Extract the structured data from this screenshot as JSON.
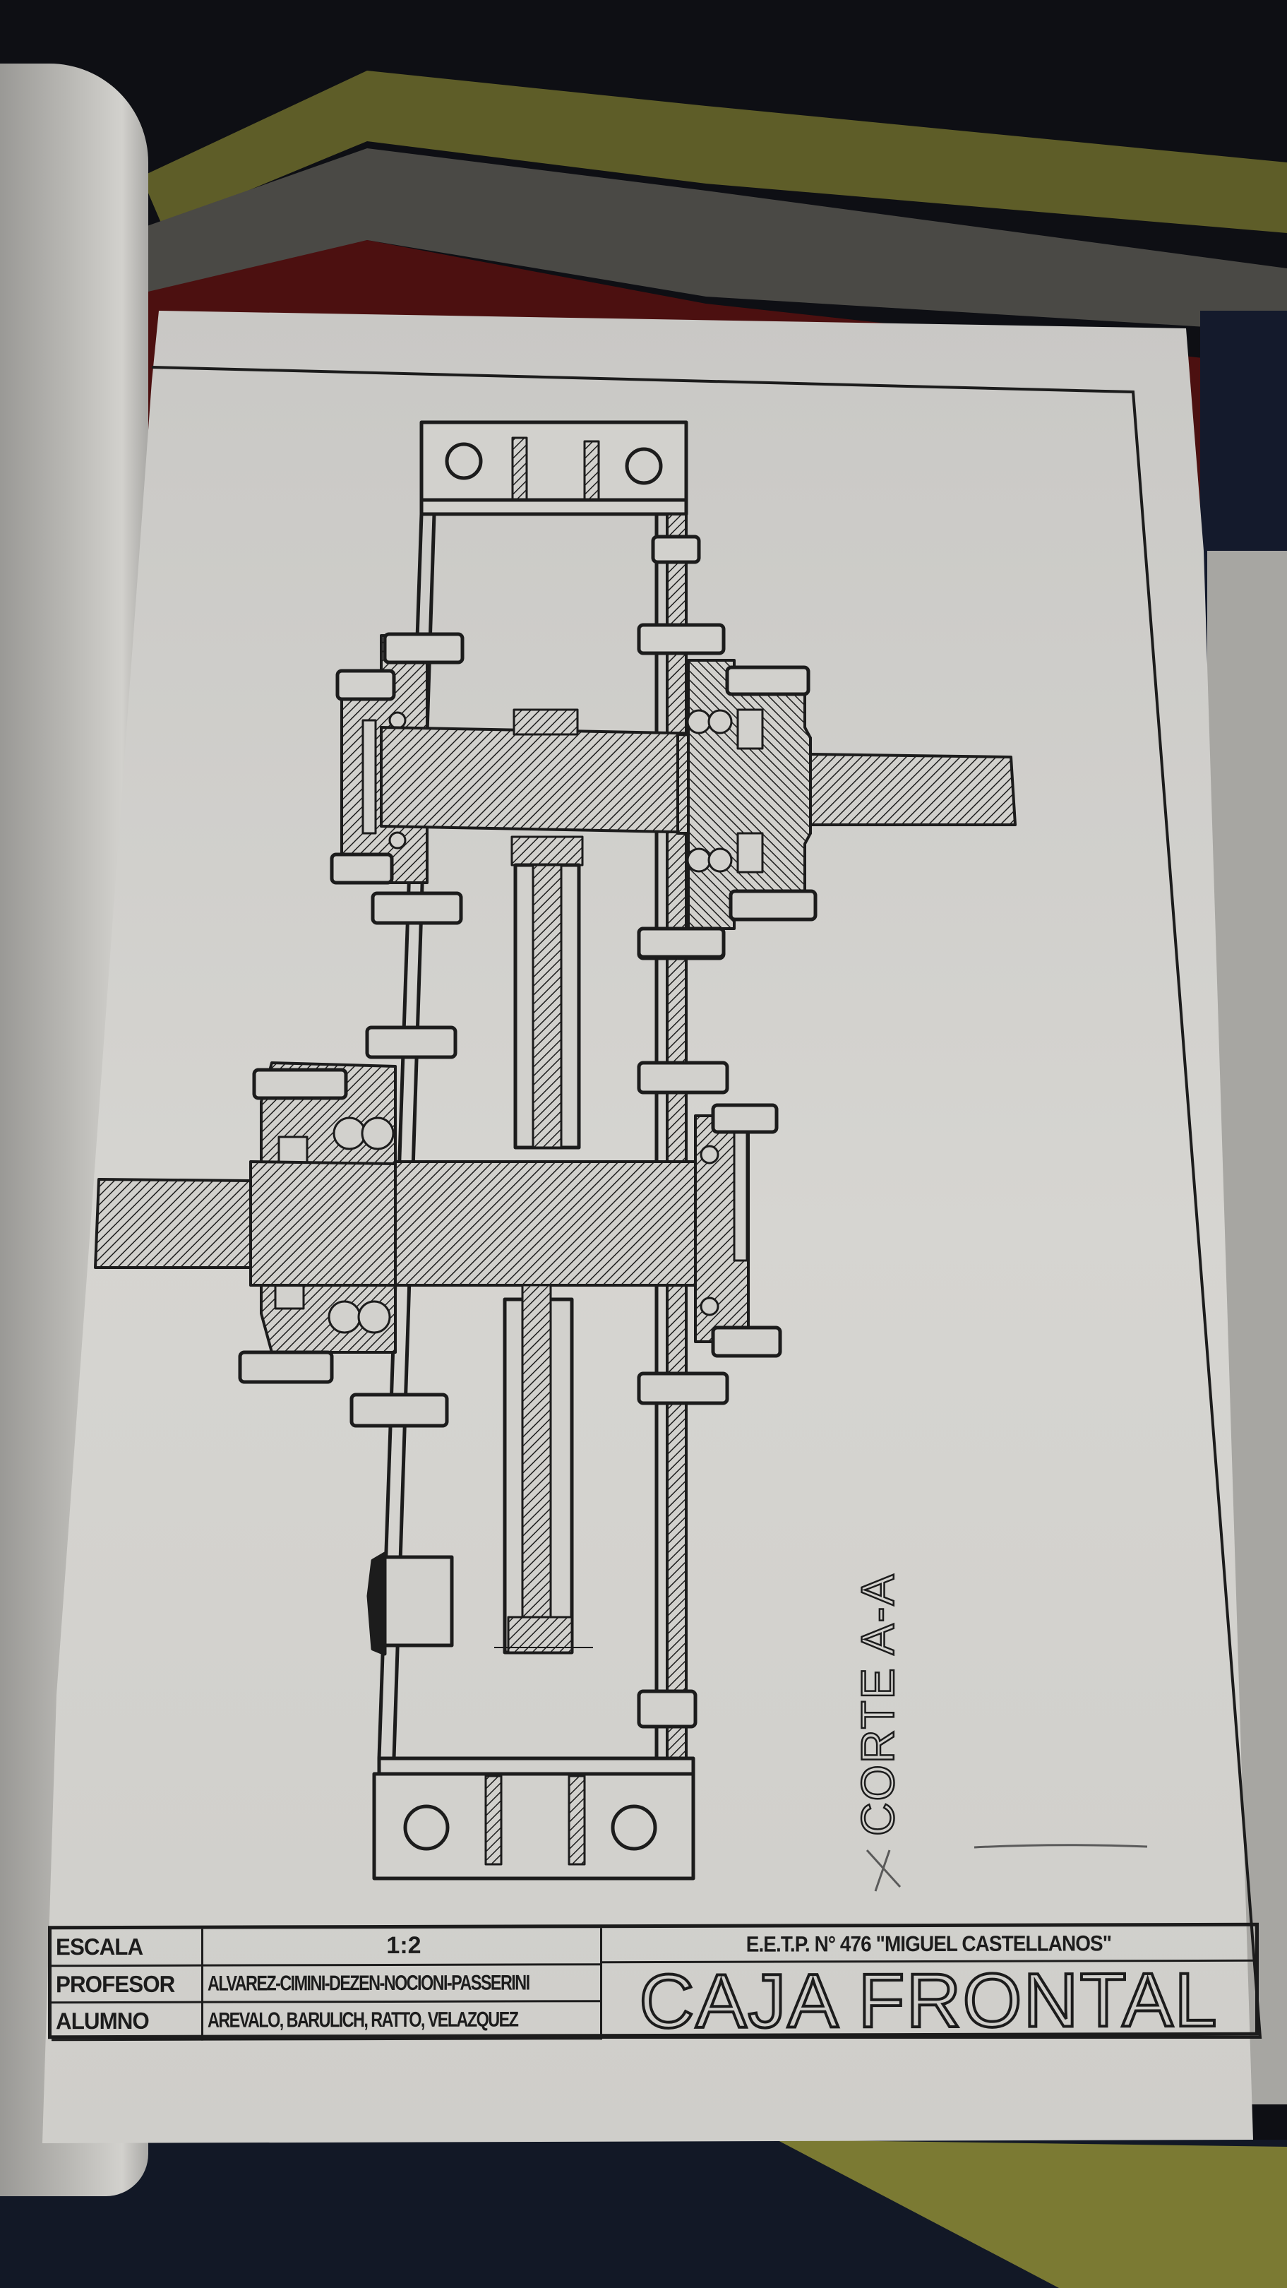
{
  "drawing": {
    "section_label": "CORTE A-A",
    "title_block": {
      "scale_label": "ESCALA",
      "scale_value": "1:2",
      "professor_label": "PROFESOR",
      "professor_value": "ALVAREZ-CIMINI-DEZEN-NOCIONI-PASSERINI",
      "student_label": "ALUMNO",
      "student_value": "AREVALO, BARULICH, RATTO, VELAZQUEZ",
      "school": "E.E.T.P. N° 476 \"MIGUEL CASTELLANOS\"",
      "title": "CAJA FRONTAL"
    },
    "components": [
      "top-mounting-flange",
      "bottom-mounting-flange",
      "housing-left-wall",
      "housing-right-wall",
      "upper-shaft",
      "lower-shaft",
      "upper-gear",
      "lower-gear",
      "ball-bearings",
      "bearing-caps",
      "bolts",
      "oil-plug"
    ]
  },
  "colors": {
    "paper": "#d4d3cf",
    "ink": "#1c1c1c",
    "background": "#0e0f14",
    "fabric_red": "#5a1414",
    "fabric_yellow": "#6b6a2a",
    "book_cover": "#141a2c"
  }
}
